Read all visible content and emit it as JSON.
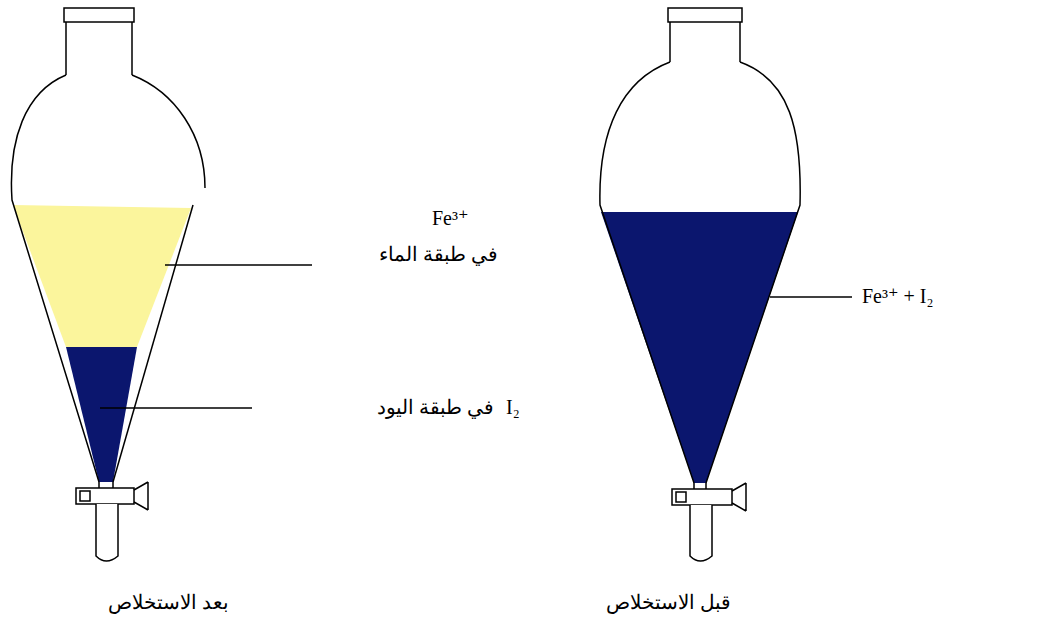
{
  "diagram": {
    "labels": [
      "Fe³⁺",
      "في طبقة الماء",
      "I₂",
      "في طبقة اليود",
      "Fe³⁺ + I₂",
      "بعد الاستخلاص",
      "قبل الاستخلاص"
    ]
  }
}
